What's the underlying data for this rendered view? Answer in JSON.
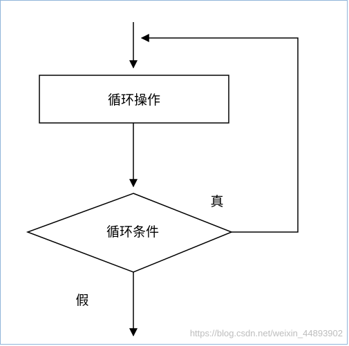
{
  "diagram": {
    "process_label": "循环操作",
    "condition_label": "循环条件",
    "true_label": "真",
    "false_label": "假",
    "watermark": "https://blog.csdn.net/weixin_44893902",
    "border_color": "#8fb4d9",
    "line_color": "#000000"
  }
}
